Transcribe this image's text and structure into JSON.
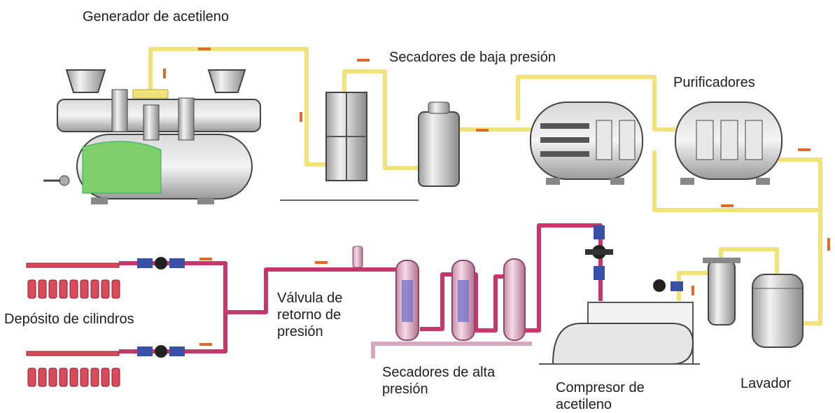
{
  "labels": {
    "generator": "Generador de acetileno",
    "low_dryers": "Secadores de baja presión",
    "purifiers": "Purificadores",
    "cylinders": "Depósito de cilindros",
    "valve": "Válvula de retorno de presión",
    "high_dryers": "Secadores de alta presión",
    "compressor": "Compresor de acetileno",
    "washer": "Lavador"
  },
  "colors": {
    "low_pressure_pipe": "#f2e27a",
    "high_pressure_pipe": "#c8366c",
    "cylinder_red": "#d94a5a",
    "liquid_green": "#7ccf6a",
    "equipment_gray": "#cfcfcf",
    "valve_blue": "#3a4fa8",
    "flow_arrow": "#e06a2a"
  }
}
